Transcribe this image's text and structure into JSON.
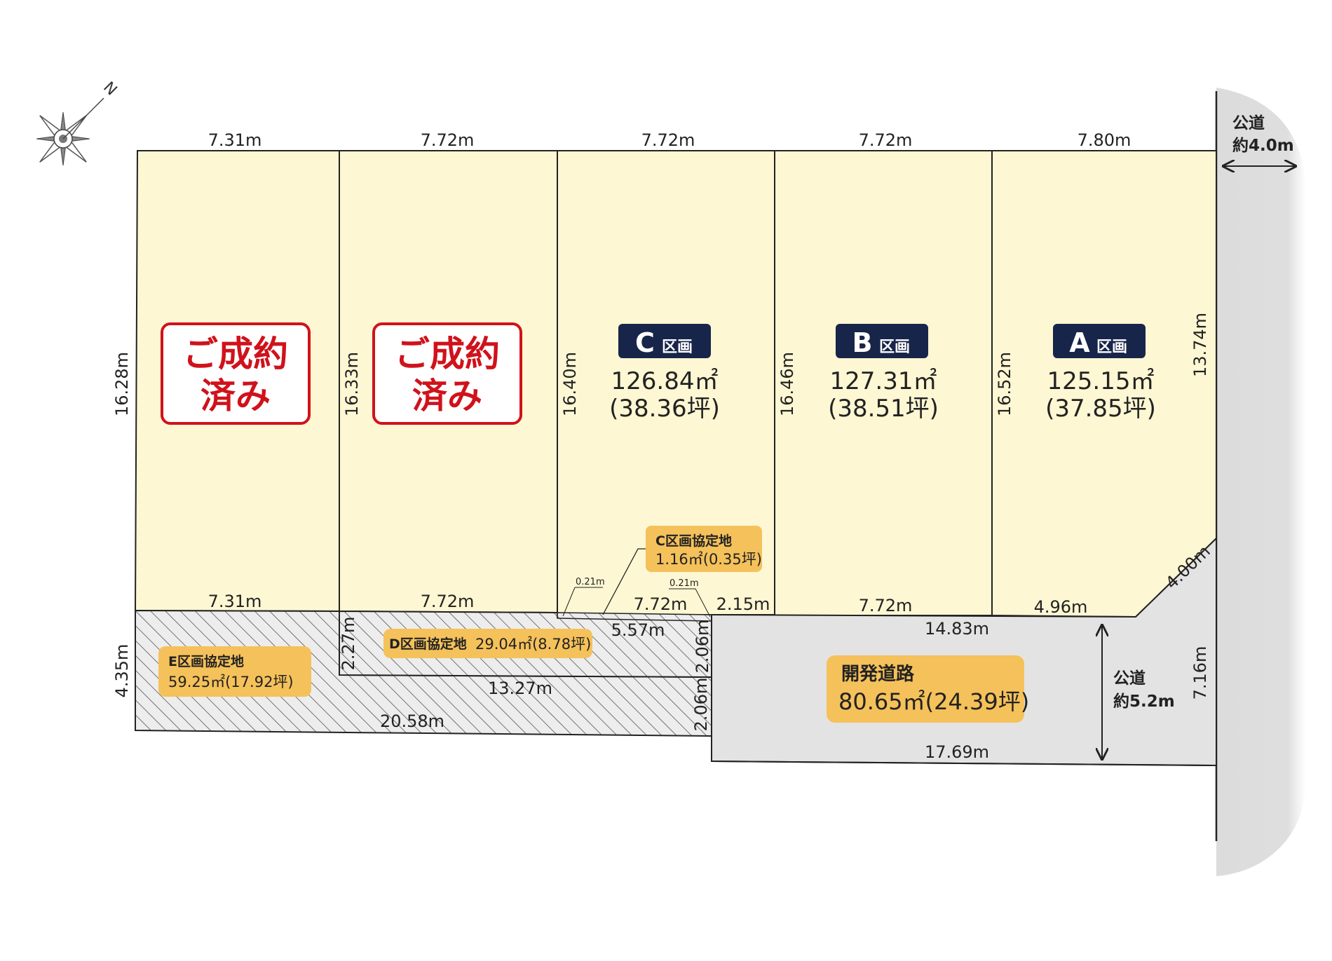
{
  "compass": {
    "north_label": "N"
  },
  "public_road_east": {
    "label": "公道",
    "width": "約4.0m"
  },
  "public_road_south": {
    "label": "公道",
    "width": "約5.2m"
  },
  "lots": [
    {
      "id": "E",
      "top": "7.31m",
      "bottom": "7.31m",
      "side": "16.28m",
      "status": "ご成約\n済み"
    },
    {
      "id": "D",
      "top": "7.72m",
      "bottom": "7.72m",
      "side": "16.33m",
      "status": "ご成約\n済み"
    },
    {
      "id": "C",
      "label_letter": "C",
      "label_suffix": "区画",
      "top": "7.72m",
      "bottom": "7.72m",
      "side": "16.40m",
      "area_m2": "126.84㎡",
      "area_tsubo": "(38.36坪)"
    },
    {
      "id": "B",
      "label_letter": "B",
      "label_suffix": "区画",
      "top": "7.72m",
      "bottom": "7.72m",
      "side": "16.46m",
      "area_m2": "127.31㎡",
      "area_tsubo": "(38.51坪)"
    },
    {
      "id": "A",
      "label_letter": "A",
      "label_suffix": "区画",
      "top": "7.80m",
      "bottom": "4.96m",
      "side": "16.52m",
      "right_side": "13.74m",
      "corner_cut": "4.00m",
      "area_m2": "125.15㎡",
      "area_tsubo": "(37.85坪)"
    }
  ],
  "agreement_areas": {
    "c": {
      "title": "C区画協定地",
      "value": "1.16㎡(0.35坪)",
      "dim_a": "0.21m",
      "dim_b": "0.21m",
      "len_c": "2.15m",
      "len_d": "5.57m"
    },
    "d": {
      "title": "D区画協定地",
      "value": "29.04㎡(8.78坪)",
      "side": "2.27m",
      "bottom": "13.27m",
      "right": "2.06m"
    },
    "e": {
      "title": "E区画協定地",
      "value": "59.25㎡(17.92坪)",
      "side": "4.35m",
      "bottom": "20.58m",
      "right": "2.06m"
    }
  },
  "dev_road": {
    "title": "開発道路",
    "value": "80.65㎡(24.39坪)",
    "top": "14.83m",
    "bottom": "17.69m",
    "right": "7.16m"
  },
  "colors": {
    "lot_fill": "#fdf7d3",
    "label_navy": "#18254a",
    "sold_red": "#d0121b",
    "agreement_badge": "#f5c15a",
    "road_gray": "#e3e3e3"
  }
}
